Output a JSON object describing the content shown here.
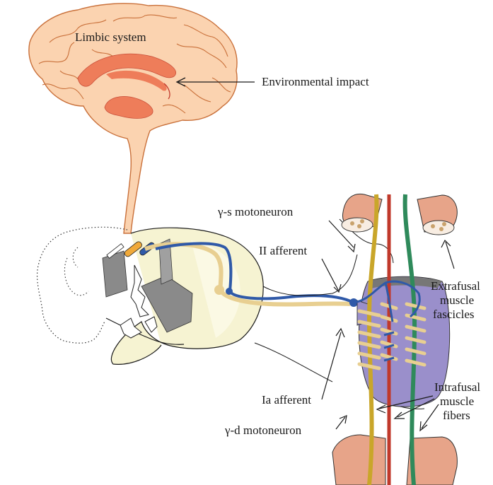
{
  "labels": {
    "limbic_system": "Limbic system",
    "environmental_impact": "Environmental impact",
    "gamma_s": "γ-s motoneuron",
    "ii_afferent": "II afferent",
    "extrafusal_line1": "Extrafusal",
    "extrafusal_line2": "muscle",
    "extrafusal_line3": "fascicles",
    "ia_afferent": "Ia afferent",
    "intrafusal_line1": "Intrafusal",
    "intrafusal_line2": "muscle",
    "intrafusal_line3": "fibers",
    "gamma_d": "γ-d motoneuron"
  },
  "colors": {
    "brain_fill": "#fbd3b0",
    "brain_outline": "#c9703a",
    "limbic": "#ee7d5a",
    "spinal_fill": "#f6f3d2",
    "ia_afferent": "#e8cf91",
    "ii_afferent": "#2f59a8",
    "spindle": "#9a8fcb",
    "gamma_s_fiber": "#c9a62a",
    "gamma_d_fiber": "#2f8a5b",
    "red_fiber": "#c0392b",
    "muscle": "#e7a489"
  }
}
